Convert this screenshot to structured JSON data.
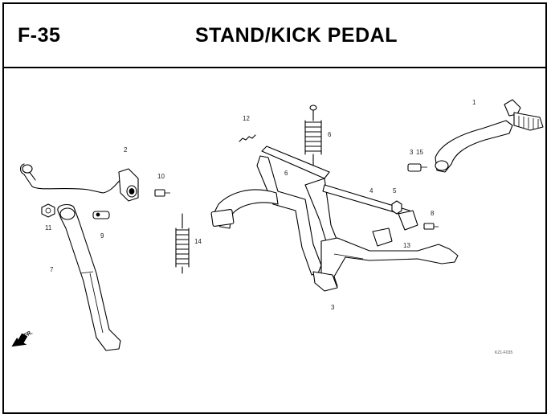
{
  "header": {
    "code": "F-35",
    "title": "STAND/KICK PEDAL"
  },
  "callouts": [
    "1",
    "2",
    "10",
    "11",
    "9",
    "7",
    "12",
    "6",
    "6",
    "4",
    "5",
    "8",
    "3",
    "15",
    "13",
    "14",
    "3"
  ],
  "direction": {
    "text": "FR."
  },
  "footer": {
    "ref": "KZ1-F035"
  }
}
